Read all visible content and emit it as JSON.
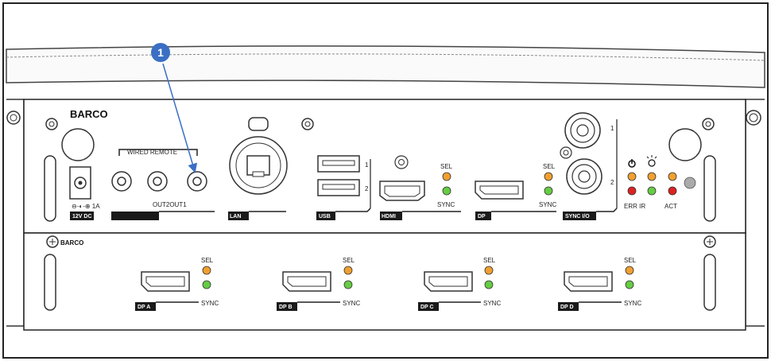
{
  "callout": {
    "number": "1",
    "color": "#3a6fc4",
    "target": "wired-remote-jack"
  },
  "top_board": {
    "brand": "BARCO",
    "dc_polarity": "⊖-◐-⊕ 1A",
    "dc_label": "12V DC",
    "wired_remote": "WIRED REMOTE",
    "out_label": "OUT2OUT1",
    "lan_label": "LAN",
    "usb_label": "USB",
    "usb_1": "1",
    "usb_2": "2",
    "hdmi_label": "HDMI",
    "hdmi_sel": "SEL",
    "hdmi_sync": "SYNC",
    "dp_label": "DP",
    "dp_sel": "SEL",
    "dp_sync": "SYNC",
    "sync_io_label": "SYNC I/O",
    "sync_1": "1",
    "sync_2": "2",
    "err_ir": "ERR IR",
    "act": "ACT",
    "led_colors": {
      "sel": "#f0a030",
      "sync": "#66cc44",
      "err": "#dd2222"
    }
  },
  "bottom_board": {
    "brand": "BARCO",
    "ports": [
      {
        "label": "DP A",
        "sel": "SEL",
        "sync": "SYNC"
      },
      {
        "label": "DP B",
        "sel": "SEL",
        "sync": "SYNC"
      },
      {
        "label": "DP C",
        "sel": "SEL",
        "sync": "SYNC"
      },
      {
        "label": "DP D",
        "sel": "SEL",
        "sync": "SYNC"
      }
    ]
  }
}
